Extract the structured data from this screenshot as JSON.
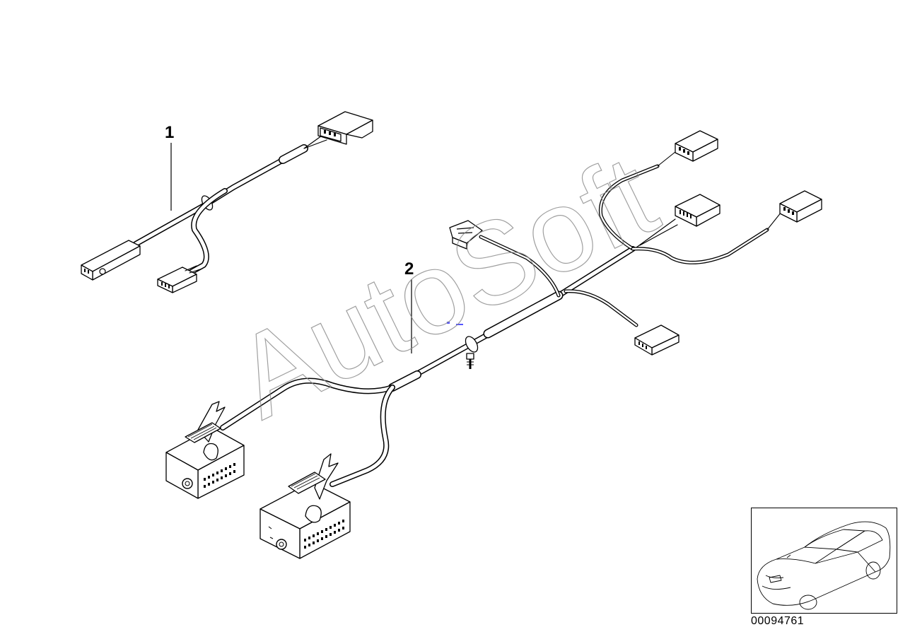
{
  "diagram": {
    "callouts": [
      {
        "id": "1",
        "label": "1"
      },
      {
        "id": "2",
        "label": "2"
      }
    ],
    "diagram_number": "00094761",
    "watermark": "AutoSoft"
  }
}
